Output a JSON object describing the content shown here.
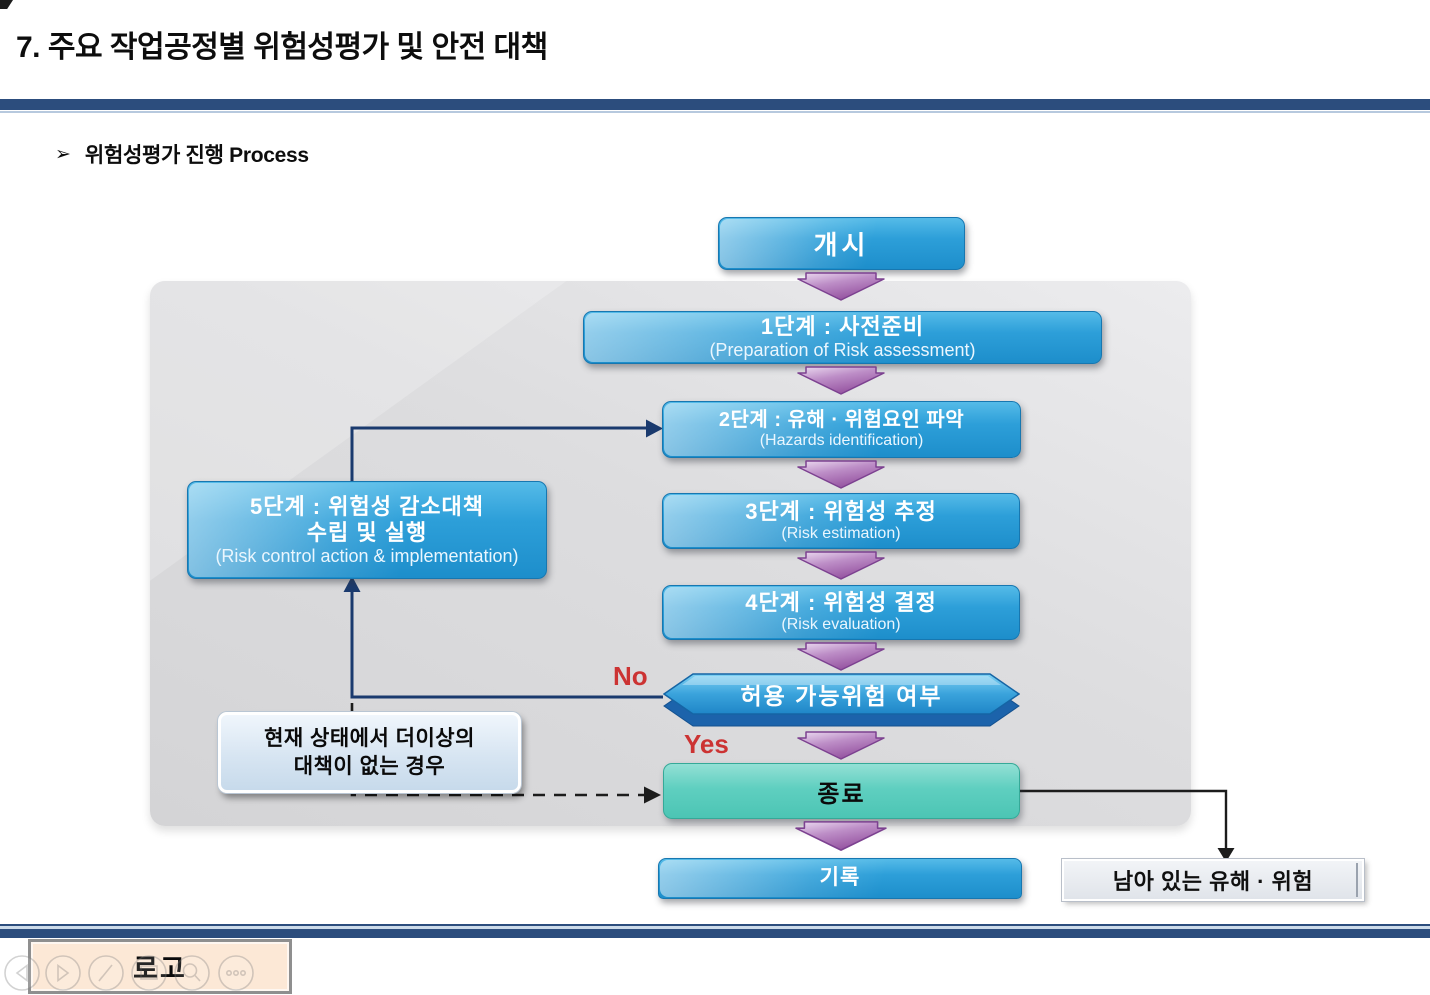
{
  "slide": {
    "title": "7. 주요 작업공정별 위험성평가 및 안전 대책",
    "section_marker": "➢",
    "section_heading": "위험성평가 진행 Process"
  },
  "flowchart": {
    "start_label": "개시",
    "step1": {
      "title": "1단계 : 사전준비",
      "subtitle": "(Preparation of Risk assessment)"
    },
    "step2": {
      "title": "2단계 : 유해 · 위험요인 파악",
      "subtitle": "(Hazards identification)"
    },
    "step3": {
      "title": "3단계 : 위험성 추정",
      "subtitle": "(Risk estimation)"
    },
    "step4": {
      "title": "4단계 : 위험성 결정",
      "subtitle": "(Risk evaluation)"
    },
    "step5": {
      "line1": "5단계 : 위험성 감소대책",
      "line2": "수립 및 실행",
      "subtitle": "(Risk control action & implementation)"
    },
    "decision_label": "허용 가능위험 여부",
    "no_label": "No",
    "yes_label": "Yes",
    "callout": {
      "line1": "현재 상태에서 더이상의",
      "line2": "대책이 없는 경우"
    },
    "end_label": "종료",
    "record_label": "기록",
    "residual_label": "남아 있는 유해 · 위험"
  },
  "footer": {
    "logo_label": "로고"
  },
  "toolbar": {
    "icons": [
      "prev-slide",
      "next-slide",
      "pen",
      "slide-thumbnail",
      "zoom",
      "more-options"
    ]
  },
  "colors": {
    "header_bar": "#2c4d7d",
    "process_blue": "#2196d0",
    "end_teal": "#57cabb",
    "arrow_purple": "#9a5aa8",
    "label_red": "#cc3333",
    "panel_gray": "#dcdcde"
  }
}
